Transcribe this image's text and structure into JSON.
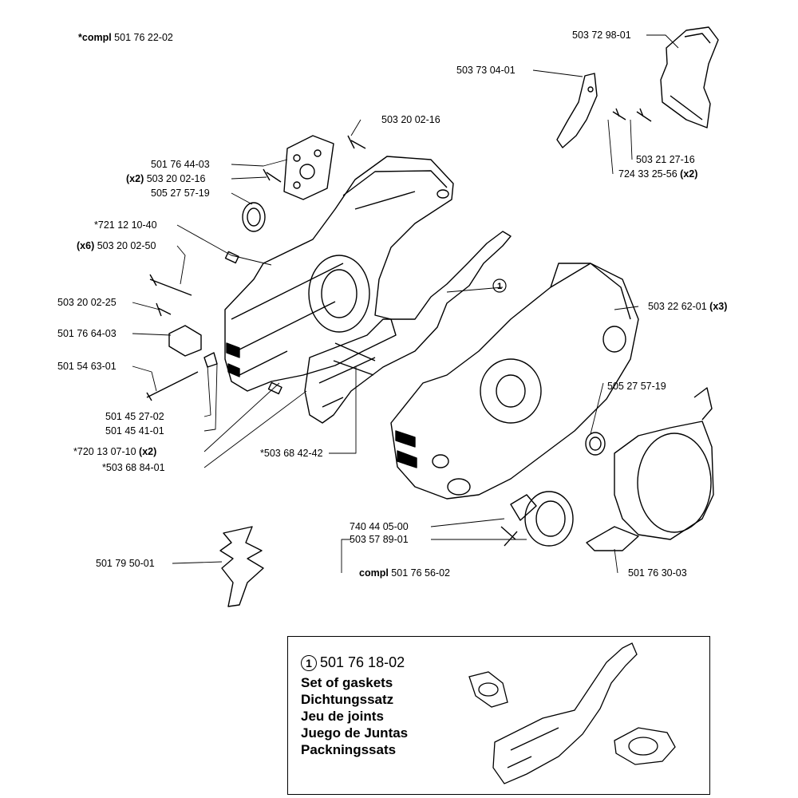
{
  "top_compl": {
    "prefix": "*compl",
    "number": "501 76 22-02"
  },
  "labels": {
    "l1": {
      "prefix": "",
      "number": "503 72 98-01",
      "suffix": ""
    },
    "l2": {
      "prefix": "",
      "number": "503 73 04-01",
      "suffix": ""
    },
    "l3": {
      "prefix": "",
      "number": "503 20 02-16",
      "suffix": ""
    },
    "l4": {
      "prefix": "",
      "number": "503 21 27-16",
      "suffix": ""
    },
    "l5": {
      "prefix": "",
      "number": "724 33 25-56",
      "suffix": "(x2)"
    },
    "l6": {
      "prefix": "",
      "number": "501 76 44-03",
      "suffix": ""
    },
    "l7": {
      "prefix": "(x2)",
      "number": "503 20 02-16",
      "suffix": ""
    },
    "l8": {
      "prefix": "",
      "number": "505 27 57-19",
      "suffix": ""
    },
    "l9": {
      "prefix": "",
      "number": "*721 12 10-40",
      "suffix": ""
    },
    "l10": {
      "prefix": "(x6)",
      "number": "503 20 02-50",
      "suffix": ""
    },
    "l11": {
      "prefix": "",
      "number": "503 20 02-25",
      "suffix": ""
    },
    "l12": {
      "prefix": "",
      "number": "501 76 64-03",
      "suffix": ""
    },
    "l13": {
      "prefix": "",
      "number": "501 54 63-01",
      "suffix": ""
    },
    "l14": {
      "prefix": "",
      "number": "501 45 27-02",
      "suffix": ""
    },
    "l15": {
      "prefix": "",
      "number": "501 45 41-01",
      "suffix": ""
    },
    "l16": {
      "prefix": "",
      "number": "*720 13 07-10",
      "suffix": "(x2)"
    },
    "l17": {
      "prefix": "",
      "number": "*503 68 84-01",
      "suffix": ""
    },
    "l18": {
      "prefix": "",
      "number": "*503 68 42-42",
      "suffix": ""
    },
    "l19": {
      "prefix": "",
      "number": "503 22 62-01",
      "suffix": "(x3)"
    },
    "l20": {
      "prefix": "",
      "number": "505 27 57-19",
      "suffix": ""
    },
    "l21": {
      "prefix": "",
      "number": "740 44 05-00",
      "suffix": ""
    },
    "l22": {
      "prefix": "",
      "number": "503 57 89-01",
      "suffix": ""
    },
    "l23": {
      "prefix": "compl",
      "number": "501 76 56-02",
      "suffix": ""
    },
    "l24": {
      "prefix": "",
      "number": "501 76 30-03",
      "suffix": ""
    },
    "l25": {
      "prefix": "",
      "number": "501 79 50-01",
      "suffix": ""
    }
  },
  "callout_marker": "1",
  "gasket_set": {
    "marker": "1",
    "number": "501 76 18-02",
    "names": [
      "Set of gaskets",
      "Dichtungssatz",
      "Jeu de joints",
      "Juego de Juntas",
      "Packningssats"
    ]
  }
}
